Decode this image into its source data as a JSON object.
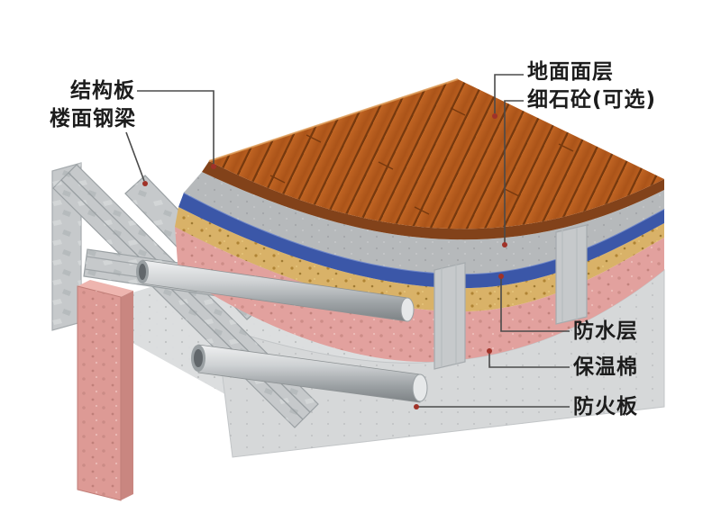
{
  "labels": {
    "structural_board": {
      "text": "结构板"
    },
    "floor_steel_beam": {
      "text": "楼面钢梁"
    },
    "floor_finish": {
      "text": "地面面层"
    },
    "fine_aggregate_concrete": {
      "text": "细石砼(可选)"
    },
    "waterproof_layer": {
      "text": "防水层"
    },
    "insulation_cotton": {
      "text": "保温棉"
    },
    "fireproof_board": {
      "text": "防火板"
    }
  },
  "materials": {
    "wood_floor": "#b45a1e",
    "wood_edge": "#82421a",
    "concrete": "#b6b9bb",
    "waterproof_membrane": "#3b57a8",
    "osb_layer": "#d9b268",
    "insulation": "#e2a19e",
    "steel": "#c6c9cb",
    "fireproof_board": "#d6d8d9",
    "wall_panel": "#dd9a95",
    "deck": "#dcdedf",
    "leader_line": "#4a4a4a",
    "leader_dot": "#a03228",
    "label_text": "#1c1c1c",
    "background": "#ffffff"
  }
}
